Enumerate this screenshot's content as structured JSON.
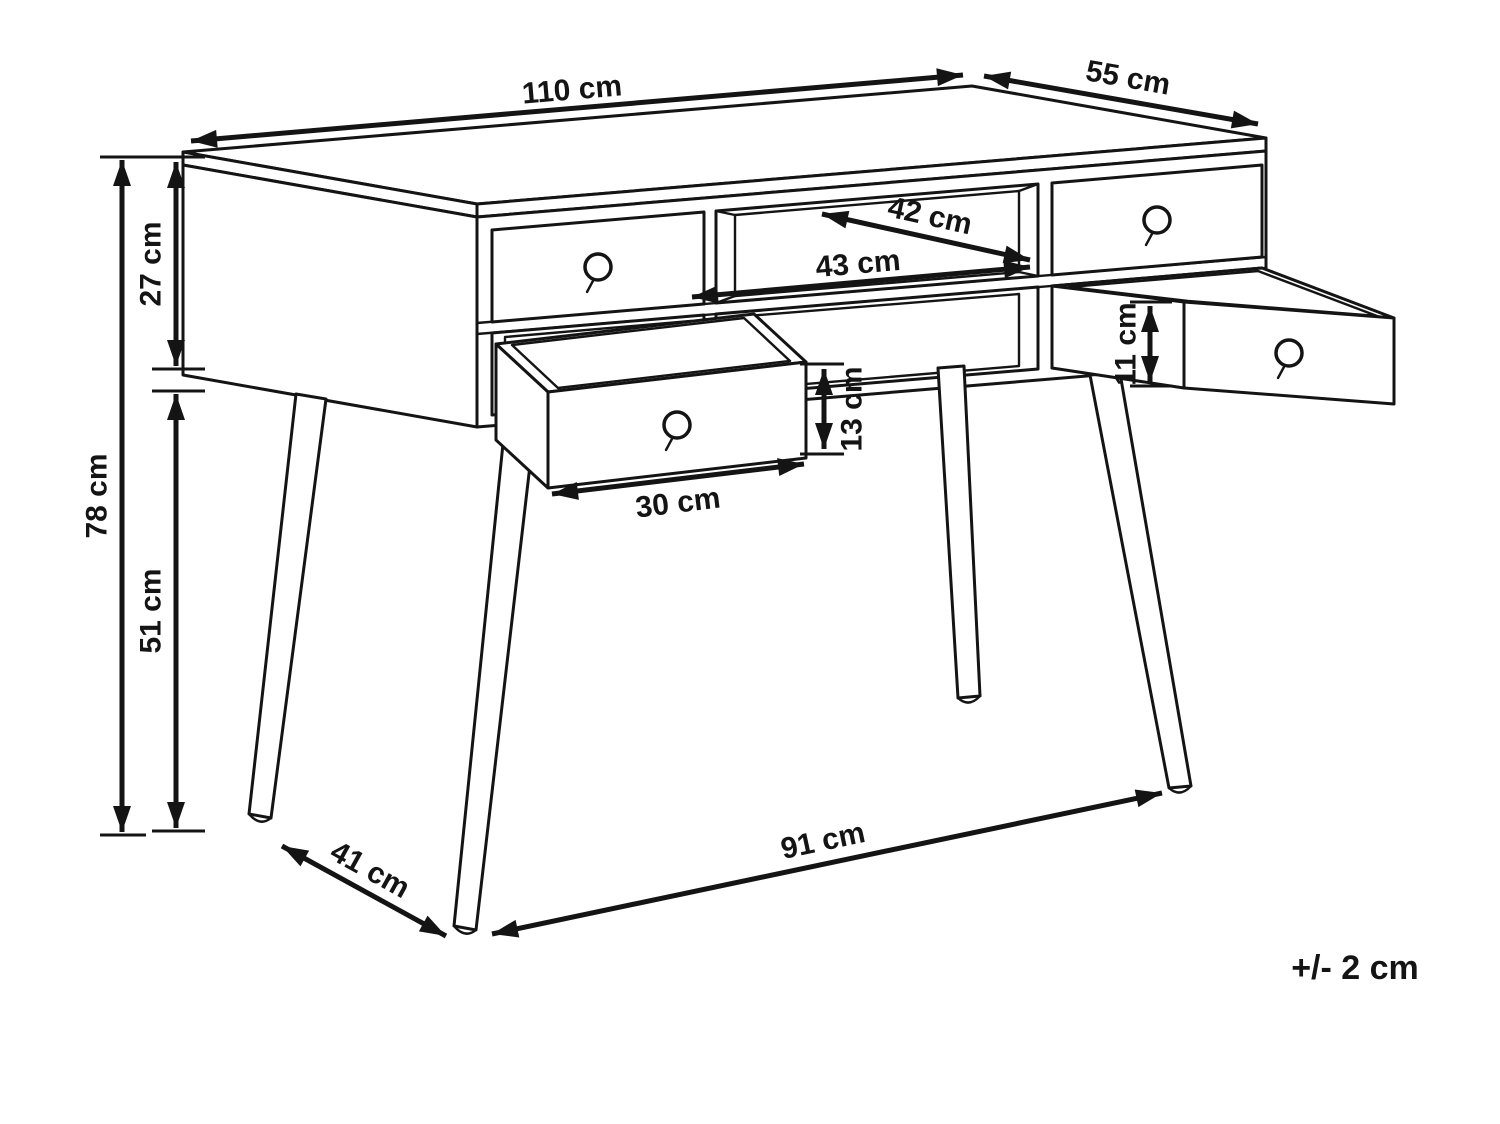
{
  "colors": {
    "line": "#141414",
    "background": "#ffffff"
  },
  "diagram_type": "furniture dimension drawing (console desk with four drawers and splayed legs)",
  "dimensions": {
    "top_width": {
      "label": "110 cm"
    },
    "top_depth": {
      "label": "55 cm"
    },
    "carcass_height": {
      "label": "27 cm"
    },
    "total_height": {
      "label": "78 cm"
    },
    "leg_height": {
      "label": "51 cm"
    },
    "niche_depth": {
      "label": "42 cm"
    },
    "niche_width": {
      "label": "43 cm"
    },
    "drawer_left_height": {
      "label": "13 cm"
    },
    "drawer_left_width": {
      "label": "30 cm"
    },
    "drawer_right_height": {
      "label": "11 cm"
    },
    "feet_depth_span": {
      "label": "41 cm"
    },
    "feet_width_span": {
      "label": "91 cm"
    },
    "tolerance": {
      "label": "+/- 2 cm"
    }
  }
}
